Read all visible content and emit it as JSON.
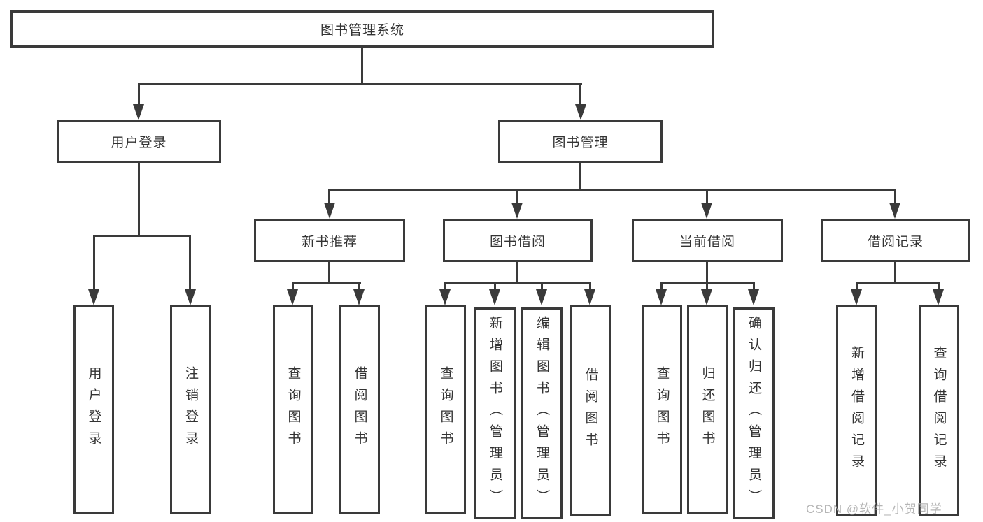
{
  "diagram": {
    "root": {
      "label": "图书管理系统"
    },
    "level2": [
      {
        "label": "用户登录"
      },
      {
        "label": "图书管理"
      }
    ],
    "level3": [
      {
        "label": "新书推荐"
      },
      {
        "label": "图书借阅"
      },
      {
        "label": "当前借阅"
      },
      {
        "label": "借阅记录"
      }
    ],
    "leaves": [
      {
        "label": "用户登录"
      },
      {
        "label": "注销登录"
      },
      {
        "label": "查询图书"
      },
      {
        "label": "借阅图书"
      },
      {
        "label": "查询图书"
      },
      {
        "label": "新增图书（管理员）"
      },
      {
        "label": "编辑图书（管理员）"
      },
      {
        "label": "借阅图书"
      },
      {
        "label": "查询图书"
      },
      {
        "label": "归还图书"
      },
      {
        "label": "确认归还（管理员）"
      },
      {
        "label": "新增借阅记录"
      },
      {
        "label": "查询借阅记录"
      }
    ],
    "colors": {
      "line": "#3a3a3a",
      "box_border": "#3a3a3a",
      "box_background": "#ffffff",
      "text": "#333333",
      "watermark": "#b5b5b5"
    },
    "watermark": {
      "text": "CSDN @软件_小贺同学"
    }
  }
}
